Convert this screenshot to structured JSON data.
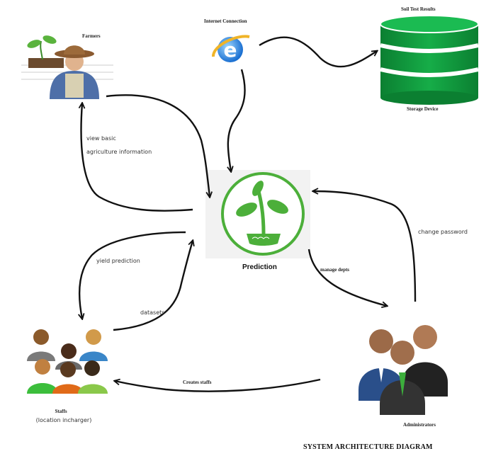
{
  "nodes": {
    "farmers": "Farmers",
    "internet": "Internet Connection",
    "soil_results": "Soil Test Results",
    "storage": "Storage Device",
    "prediction": "Prediction",
    "staffs": "Staffs",
    "staffs_sub": "(location incharger)",
    "administrators": "Administrators"
  },
  "edges": {
    "view_basic": "view basic",
    "agri_info": "agriculture information",
    "yield_prediction": "yield prediction",
    "datasets": "datasets",
    "manage_depts": "manage depts",
    "change_password": "change password",
    "creates_staffs": "Creates staffs"
  },
  "title": "SYSTEM ARCHITECTURE DIAGRAM",
  "colors": {
    "database": "#0f9a3e",
    "plant": "#4caf3a",
    "arrow": "#111111"
  },
  "icons": [
    "farmer-icon",
    "internet-explorer-icon",
    "database-icon",
    "plant-icon",
    "staff-group-icon",
    "administrators-icon"
  ]
}
